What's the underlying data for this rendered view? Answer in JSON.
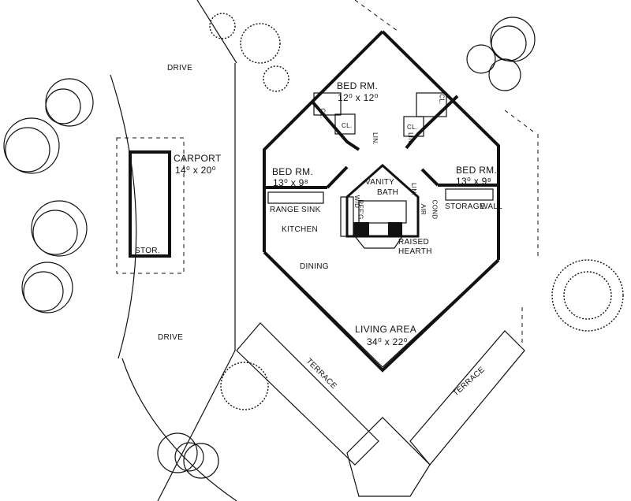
{
  "rooms": {
    "bed_top": {
      "name": "BED RM.",
      "size": "12⁰ x 12⁰"
    },
    "bed_left": {
      "name": "BED RM.",
      "size": "13⁰ x 9⁸"
    },
    "bed_right": {
      "name": "BED RM.",
      "size": "13⁰ x 9⁸"
    },
    "carport": {
      "name": "CARPORT",
      "size": "14⁰ x 20⁰"
    },
    "living": {
      "name": "LIVING AREA",
      "size": "34⁰ x 22⁰"
    },
    "kitchen": "KITCHEN",
    "dining": "DINING",
    "bath": "BATH",
    "vanity": "VANITY"
  },
  "fixtures": {
    "cl1": "CL.",
    "cl2": "CL.",
    "cl3": "CL.",
    "cl4": "CL.",
    "lin1": "LIN.",
    "lin2": "LIN.",
    "lin3": "LIN.",
    "range": "RANGE",
    "sink": "SINK",
    "refg": "REF'G",
    "wd": "W/D",
    "air": "AIR",
    "cond": "COND",
    "raised": "RAISED",
    "hearth": "HEARTH",
    "storage": "STORAGE",
    "wall": "WALL",
    "stor": "STOR."
  },
  "site": {
    "drive_top": "DRIVE",
    "drive_bottom": "DRIVE",
    "terrace_left": "TERRACE",
    "terrace_right": "TERRACE"
  }
}
